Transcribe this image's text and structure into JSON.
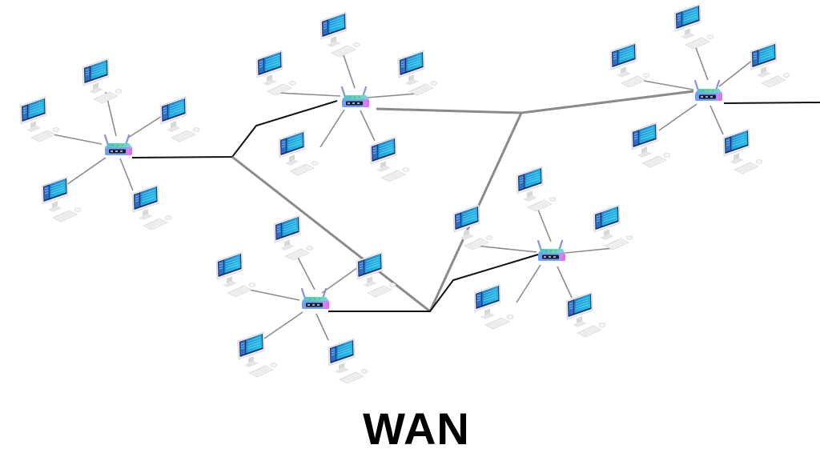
{
  "title": "WAN",
  "colors": {
    "background": "#ffffff",
    "lan_link": "#8c8c8c",
    "wan_black": "#111111",
    "wan_gray": "#8a8a8a",
    "screen_frame": "#1f2a6b",
    "screen_blue": "#1a9ad8",
    "screen_cyan": "#27d3e8",
    "router_top": "#58d3a9",
    "router_front": "#6aa0f0",
    "router_pink": "#e37cf0"
  },
  "clusters": [
    {
      "id": "lan-1",
      "router": "router",
      "computers": 5
    },
    {
      "id": "lan-2",
      "router": "router",
      "computers": 5
    },
    {
      "id": "lan-3",
      "router": "router",
      "computers": 5
    },
    {
      "id": "lan-4",
      "router": "router",
      "computers": 5
    },
    {
      "id": "lan-5",
      "router": "router",
      "computers": 5
    }
  ],
  "icons": {
    "computer": "desktop-computer-icon",
    "router": "wireless-router-icon"
  }
}
